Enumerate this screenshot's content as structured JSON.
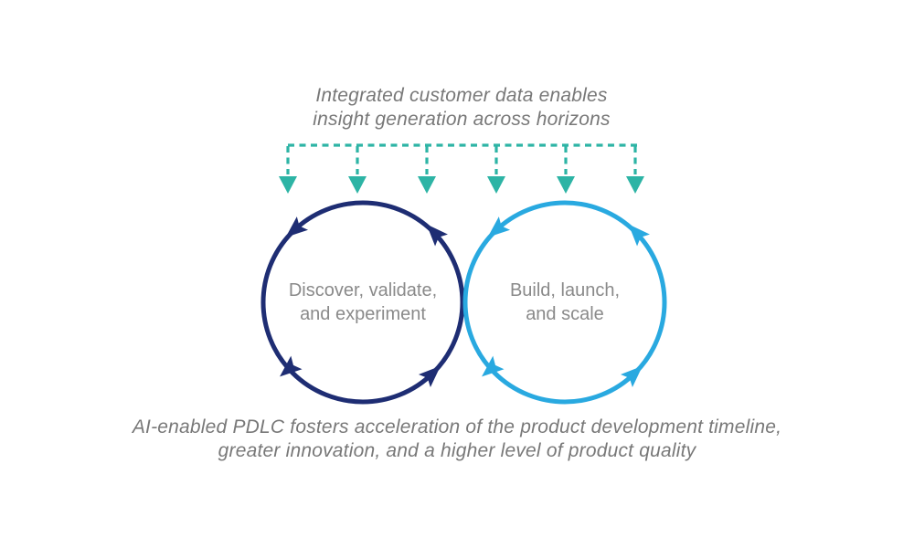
{
  "diagram": {
    "top_caption": {
      "line1": "Integrated customer data enables",
      "line2": "insight generation across horizons"
    },
    "bottom_caption": {
      "line1": "AI-enabled PDLC fosters acceleration of the product development timeline,",
      "line2": "greater innovation, and a higher level of product quality"
    },
    "connector": {
      "color": "#2DB4A5",
      "arrow_count": 6,
      "style": "dashed"
    },
    "cycles": [
      {
        "name": "discover-cycle",
        "label_line1": "Discover, validate,",
        "label_line2": "and experiment",
        "color": "#1E2D73",
        "direction": "counterclockwise"
      },
      {
        "name": "build-cycle",
        "label_line1": "Build, launch,",
        "label_line2": "and scale",
        "color": "#29A9E0",
        "direction": "counterclockwise"
      }
    ],
    "colors": {
      "background": "#FFFFFF",
      "caption_text": "#787878",
      "cycle_label_text": "#8A8A8A"
    }
  }
}
